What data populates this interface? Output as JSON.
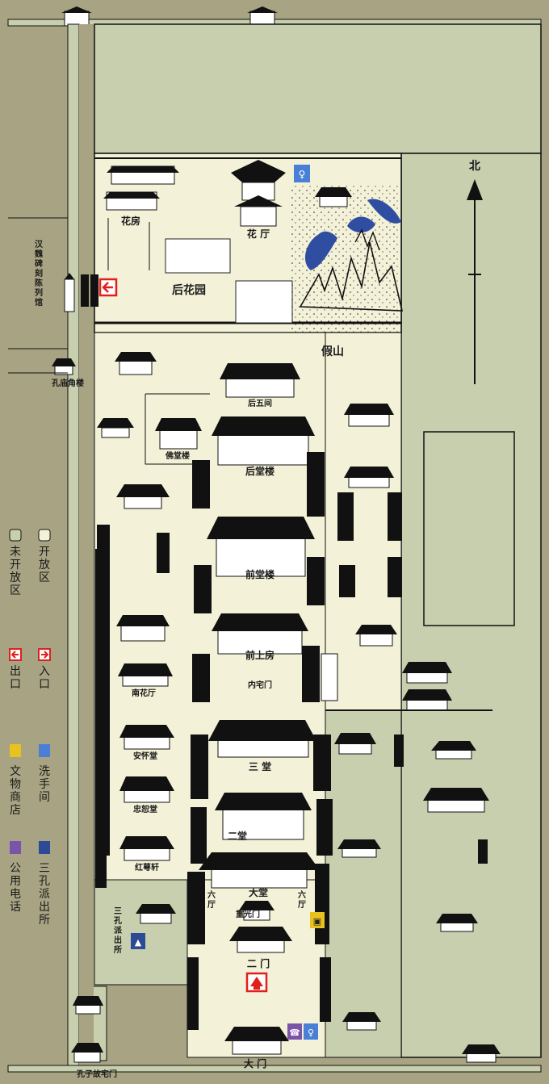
{
  "labels": {
    "north": "北",
    "flower_house": "花房",
    "flower_hall": "花 厅",
    "back_garden": "后花园",
    "rockery": "假山",
    "rear_five_bay": "后五间",
    "rear_hall_tower": "后堂楼",
    "buddha_hall_tower": "佛堂楼",
    "front_hall_tower": "前堂楼",
    "front_upper_house": "前上房",
    "inner_residence_gate": "内宅门",
    "south_flower_hall": "南花厅",
    "anhuai_hall": "安怀堂",
    "third_hall": "三 堂",
    "zhongshu_hall": "忠恕堂",
    "second_hall": "二堂",
    "hongeshuan": "红萼轩",
    "great_hall": "大堂",
    "double_light_gate": "重光门",
    "second_gate": "二 门",
    "main_gate": "大 门",
    "confucius_residence_gate": "孔子故宅门",
    "confucius_temple_corner_tower": "孔庙角楼",
    "six_hall_west": [
      "六",
      "厅"
    ],
    "six_hall_east": [
      "六",
      "厅"
    ],
    "police_station_vertical": [
      "三",
      "孔",
      "派",
      "出",
      "所"
    ],
    "stele_exhibition": [
      "汉",
      "魏",
      "碑",
      "刻",
      "陈",
      "列",
      "馆"
    ]
  },
  "legend": {
    "unopened": [
      "未",
      "开",
      "放",
      "区"
    ],
    "open": [
      "开",
      "放",
      "区"
    ],
    "exit": [
      "出",
      "口"
    ],
    "entrance": [
      "入",
      "口"
    ],
    "shop": [
      "文",
      "物",
      "商",
      "店"
    ],
    "toilet": [
      "洗",
      "手",
      "间"
    ],
    "phone": [
      "公",
      "用",
      "电",
      "话"
    ],
    "police": [
      "三",
      "孔",
      "派",
      "出",
      "所"
    ]
  },
  "colors": {
    "unopened_area": "#c8cfae",
    "open_area": "#f3f1d7",
    "background": "#a8a382",
    "entrance_exit": "#e0201b",
    "toilet": "#4a7fd6",
    "shop": "#e8c21e",
    "phone": "#7b53a8",
    "police": "#2d4a96",
    "water": "#2f4ea1"
  },
  "icons": [
    "entrance-icon",
    "exit-icon",
    "toilet-icon",
    "shop-icon",
    "phone-icon",
    "police-icon",
    "north-arrow-icon"
  ]
}
